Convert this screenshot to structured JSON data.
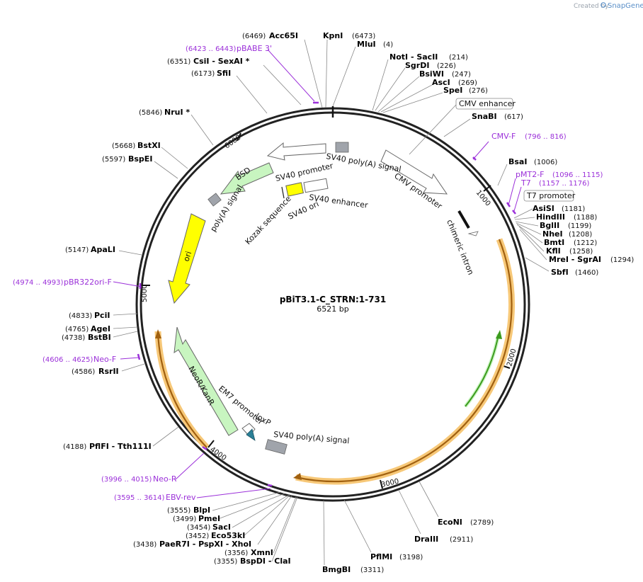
{
  "credit": {
    "prefix": "Created by",
    "brand": "SnapGene"
  },
  "plasmid": {
    "name": "pBiT3.1-C_STRN:1-731",
    "size": "6521 bp"
  },
  "ticks": [
    "1000",
    "2000",
    "3000",
    "4000",
    "5000",
    "6000"
  ],
  "enzymes": [
    {
      "name": "Acc65I",
      "pos": "(6469)"
    },
    {
      "name": "KpnI",
      "pos": "(6473)"
    },
    {
      "name": "MluI",
      "pos": "(4)"
    },
    {
      "name": "CsiI  - SexAI *",
      "pos": "(6351)"
    },
    {
      "name": "SfiI",
      "pos": "(6173)"
    },
    {
      "name": "NotI  - SacII",
      "pos": "(214)"
    },
    {
      "name": "SgrDI",
      "pos": "(226)"
    },
    {
      "name": "BsiWI",
      "pos": "(247)"
    },
    {
      "name": "AscI",
      "pos": "(269)"
    },
    {
      "name": "SpeI",
      "pos": "(276)"
    },
    {
      "name": "SnaBI",
      "pos": "(617)"
    },
    {
      "name": "NruI *",
      "pos": "(5846)"
    },
    {
      "name": "BstXI",
      "pos": "(5668)"
    },
    {
      "name": "BspEI",
      "pos": "(5597)"
    },
    {
      "name": "BsaI",
      "pos": "(1006)"
    },
    {
      "name": "AsiSI",
      "pos": "(1181)"
    },
    {
      "name": "HindIII",
      "pos": "(1188)"
    },
    {
      "name": "BglII",
      "pos": "(1199)"
    },
    {
      "name": "NheI",
      "pos": "(1208)"
    },
    {
      "name": "BmtI",
      "pos": "(1212)"
    },
    {
      "name": "KflI",
      "pos": "(1258)"
    },
    {
      "name": "MreI  - SgrAI",
      "pos": "(1294)"
    },
    {
      "name": "SbfI",
      "pos": "(1460)"
    },
    {
      "name": "ApaLI",
      "pos": "(5147)"
    },
    {
      "name": "PciI",
      "pos": "(4833)"
    },
    {
      "name": "AgeI",
      "pos": "(4765)"
    },
    {
      "name": "BstBI",
      "pos": "(4738)"
    },
    {
      "name": "RsrII",
      "pos": "(4586)"
    },
    {
      "name": "PflFI  - Tth111I",
      "pos": "(4188)"
    },
    {
      "name": "BlpI",
      "pos": "(3555)"
    },
    {
      "name": "PmeI",
      "pos": "(3499)"
    },
    {
      "name": "SacI",
      "pos": "(3454)"
    },
    {
      "name": "Eco53kI",
      "pos": "(3452)"
    },
    {
      "name": "PaeR7I  - PspXI  - XhoI",
      "pos": "(3438)"
    },
    {
      "name": "XmnI",
      "pos": "(3356)"
    },
    {
      "name": "BspDI  - ClaI",
      "pos": "(3355)"
    },
    {
      "name": "BmgBI",
      "pos": "(3311)"
    },
    {
      "name": "PflMI",
      "pos": "(3198)"
    },
    {
      "name": "DraIII",
      "pos": "(2911)"
    },
    {
      "name": "EcoNI",
      "pos": "(2789)"
    }
  ],
  "primers": [
    {
      "name": "pBABE 3'",
      "pos": "(6423 .. 6443)"
    },
    {
      "name": "CMV-F",
      "pos": "(796 .. 816)"
    },
    {
      "name": "pMT2-F",
      "pos": "(1096 .. 1115)"
    },
    {
      "name": "T7",
      "pos": "(1157 .. 1176)"
    },
    {
      "name": "pBR322ori-F",
      "pos": "(4974 .. 4993)"
    },
    {
      "name": "Neo-F",
      "pos": "(4606 .. 4625)"
    },
    {
      "name": "Neo-R",
      "pos": "(3996 .. 4015)"
    },
    {
      "name": "EBV-rev",
      "pos": "(3595 .. 3614)"
    }
  ],
  "features": {
    "cmv_enhancer": "CMV enhancer",
    "t7_promoter": "T7 promoter",
    "cmv_promoter": "CMV promoter",
    "chimeric_intron": "chimeric intron",
    "sv40_polya_top": "SV40 poly(A) signal",
    "sv40_promoter": "SV40 promoter",
    "sv40_enhancer": "SV40 enhancer",
    "sv40_ori": "SV40 ori",
    "kozak": "Kozak sequence",
    "bsd": "BSD",
    "polya_signal": "poly(A) signal",
    "ori": "ori",
    "neor": "NeoR/KanR",
    "em7": "EM7 promoter",
    "loxp": "loxP",
    "sv40_polya_bottom": "SV40 poly(A) signal"
  },
  "colors": {
    "backbone": "#222222",
    "primer": "#9b30d9",
    "ori": "#ffff00",
    "marker": "#c8f5c0",
    "orf": "#f7c878",
    "green_arrow": "#3c9a1e",
    "gray_box": "#a0a4ab",
    "loxp": "#2a7f96"
  }
}
